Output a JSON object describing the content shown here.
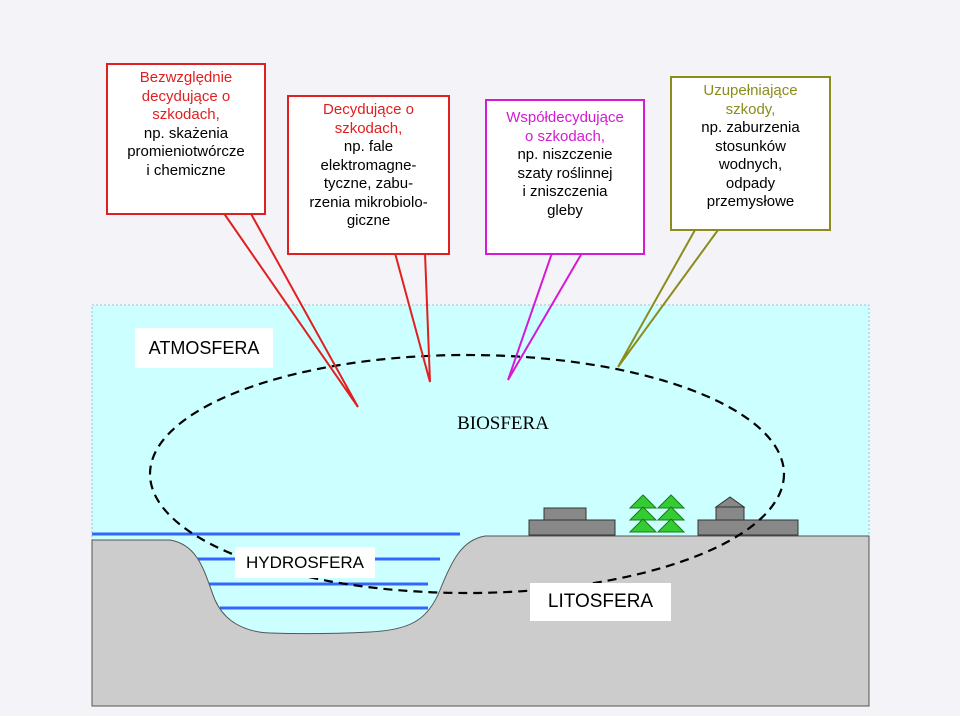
{
  "colors": {
    "red": "#e02020",
    "magenta": "#d41ad4",
    "olive": "#8c8c1c",
    "sky": "#ccffff",
    "ground": "#cccccc",
    "water": "#3366ff",
    "tree": "#33cc33",
    "building": "#888888"
  },
  "callouts": [
    {
      "id": "absolute",
      "heading": [
        "Bezwzględnie",
        "decydujące o",
        "szkodach,"
      ],
      "body": [
        "np. skażenia",
        "promieniotwórcze",
        "i chemiczne"
      ]
    },
    {
      "id": "decisive",
      "heading": [
        "Decydujące o",
        "szkodach,"
      ],
      "body": [
        "np. fale",
        "elektromagne-",
        "tyczne, zabu-",
        "rzenia mikrobiolo-",
        "giczne"
      ]
    },
    {
      "id": "codecisive",
      "heading": [
        "Współdecydujące",
        "o szkodach,"
      ],
      "body": [
        "np. niszczenie",
        "szaty roślinnej",
        "i zniszczenia",
        "gleby"
      ]
    },
    {
      "id": "supplementary",
      "heading": [
        "Uzupełniające",
        "szkody,"
      ],
      "body": [
        "np. zaburzenia",
        "stosunków",
        "wodnych,",
        "odpady",
        "przemysłowe"
      ]
    }
  ],
  "labels": {
    "atmosphere": "ATMOSFERA",
    "biosphere": "BIOSFERA",
    "hydrosphere": "HYDROSFERA",
    "lithosphere": "LITOSFERA"
  },
  "icons": {
    "trees": "pine-tree-icon",
    "buildings": "factory-building-icon"
  }
}
